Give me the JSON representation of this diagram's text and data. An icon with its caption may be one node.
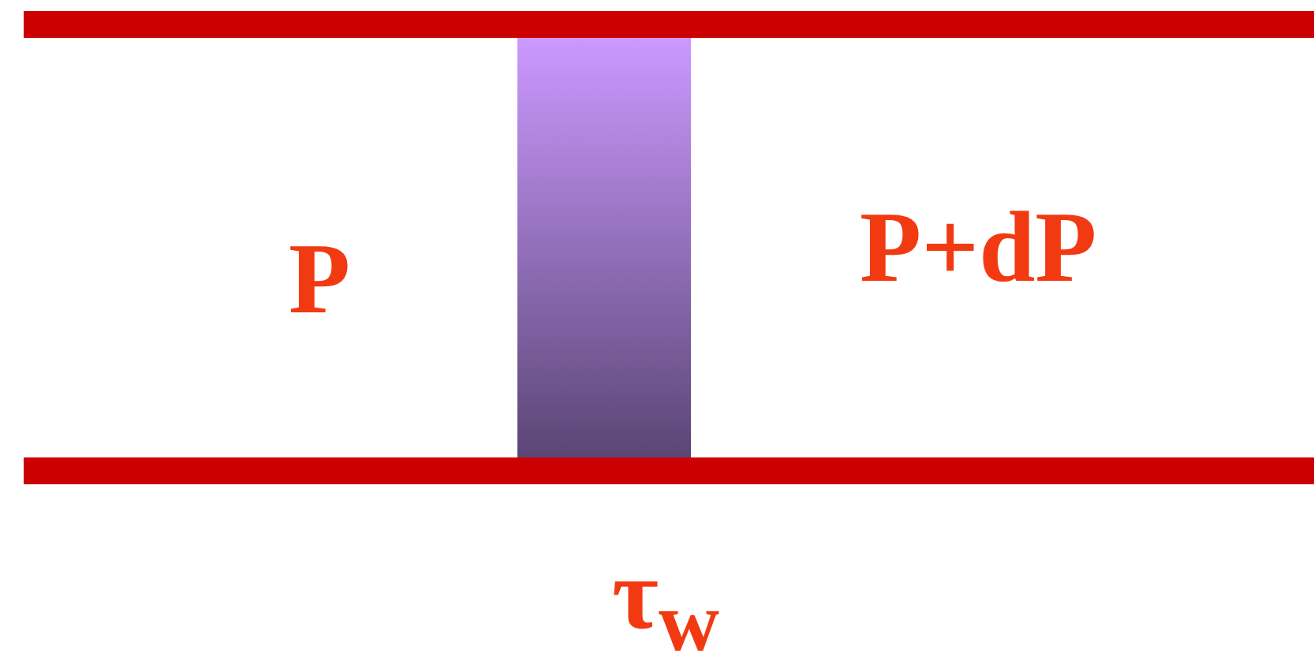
{
  "diagram": {
    "labels": [
      "P",
      "P+dP",
      "τ$_{w}$"
    ]
  }
}
